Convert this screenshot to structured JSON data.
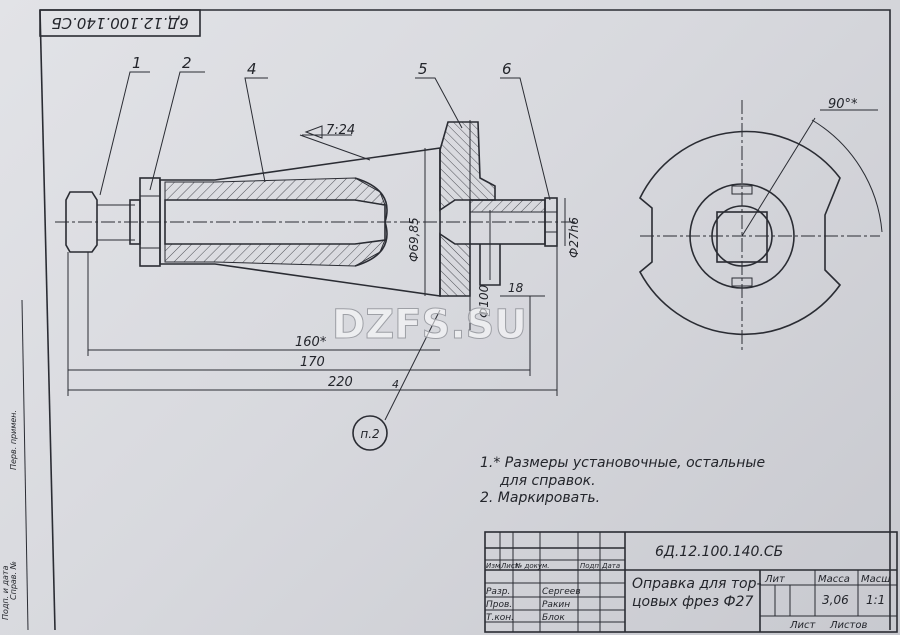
{
  "drawing_code": "6Д.12.100.140.СБ",
  "drawing_code_rotated": "6Д.12.100.140.СБ",
  "part_numbers": [
    "1",
    "2",
    "4",
    "5",
    "6"
  ],
  "taper": "7:24",
  "dimensions": {
    "d_taper": "Ф69,85",
    "d_flange": "Ф100",
    "d_nut": "Ф27h6",
    "len_18": "18",
    "len_160": "160*",
    "len_170": "170",
    "len_220": "220",
    "mark_4": "4",
    "angle": "90°*"
  },
  "callout": "п.2",
  "notes": [
    "1.* Размеры установочные, остальные",
    "для справок.",
    "2. Маркировать."
  ],
  "title_block": {
    "code": "6Д.12.100.140.СБ",
    "name_line1": "Оправка для тор-",
    "name_line2": "цовых фрез Ф27",
    "lit": "Лит",
    "mass_label": "Масса",
    "scale_label": "Масш",
    "mass": "3,06",
    "scale": "1:1",
    "sheet_label": "Лист",
    "sheets_label": "Листов",
    "roles": [
      "Разр.",
      "Пров.",
      "Т.кон."
    ],
    "names": [
      "Сергеев",
      "Ракин",
      "Блок"
    ],
    "header_cells": [
      "Изм",
      "Лист",
      "№ докум.",
      "Подп.",
      "Дата"
    ]
  },
  "side_strip": [
    "Перв. примен.",
    "Справ. №",
    "Подп. и дата"
  ],
  "watermark": "DZFS.SU"
}
